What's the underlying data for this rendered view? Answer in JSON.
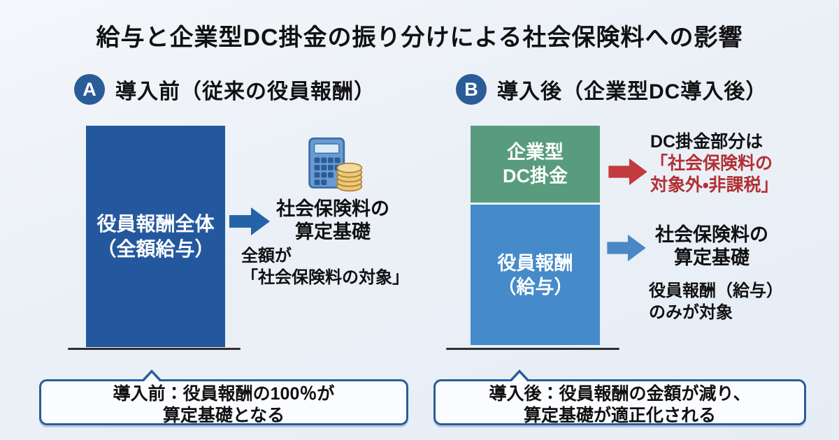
{
  "title": "給与と企業型DC掛金の振り分けによる社会保険料への影響",
  "colors": {
    "page_bg": "#ecf1f7",
    "badge_bg": "#2a5d98",
    "bar_navy": "#24589e",
    "bar_green": "#589c7d",
    "bar_blue": "#458ac9",
    "arrow_blue_dark": "#2563a8",
    "arrow_blue_light": "#4a87c4",
    "arrow_red": "#c23b3e",
    "text_red": "#b23035",
    "box_border": "#2a5d98",
    "box_bg": "#fafcff",
    "baseline": "#2e2e2e",
    "text_dark": "#111111"
  },
  "icons": {
    "calculator": "calculator-with-coins-icon",
    "arrow": "right-arrow-icon"
  },
  "panel_a": {
    "badge": "A",
    "heading": "導入前（従来の役員報酬）",
    "bar_line1": "役員報酬全体",
    "bar_line2": "（全額給与）",
    "target_line1": "社会保険料の",
    "target_line2": "算定基礎",
    "note_line1": "全額が",
    "note_line2": "「社会保険料の対象」",
    "callout_line1": "導入前：役員報酬の100％が",
    "callout_line2": "算定基礎となる"
  },
  "panel_b": {
    "badge": "B",
    "heading": "導入後（企業型DC導入後）",
    "bar_top_line1": "企業型",
    "bar_top_line2": "DC掛金",
    "bar_bottom_line1": "役員報酬",
    "bar_bottom_line2": "（給与）",
    "dc_note_line1": "DC掛金部分は",
    "dc_note_line2": "「社会保険料の",
    "dc_note_line3": "対象外・非課税」",
    "target_line1": "社会保険料の",
    "target_line2": "算定基礎",
    "note_line1": "役員報酬（給与）",
    "note_line2": "のみが対象",
    "callout_line1": "導入後：役員報酬の金額が減り、",
    "callout_line2": "算定基礎が適正化される"
  }
}
